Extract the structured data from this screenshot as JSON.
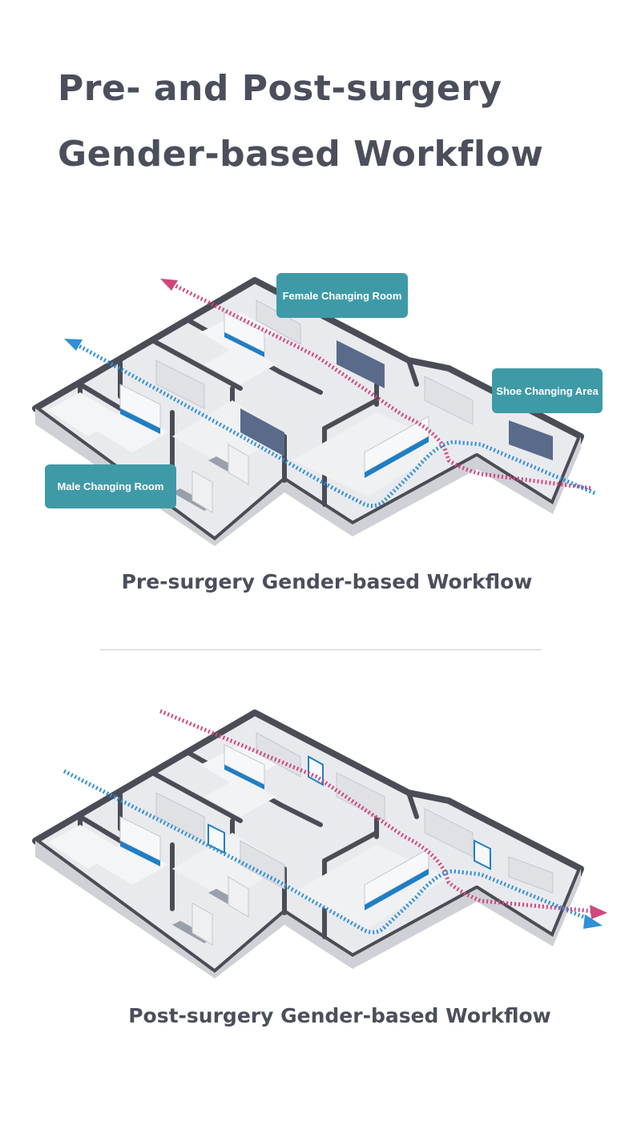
{
  "title": {
    "line1": "Pre- and Post-surgery",
    "line2": "Gender-based Workflow"
  },
  "colors": {
    "title_text": "#4b4f5c",
    "callout_bg": "#3f9aa7",
    "female_flow": "#d0467f",
    "male_flow": "#2f8fd8",
    "floor": "#e9eaed",
    "wall": "#cfd1d6",
    "wall_top": "#4a4d55",
    "cabinet_blue": "#1f7fc4"
  },
  "pre_surgery": {
    "caption": "Pre-surgery Gender-based Workflow",
    "labels": {
      "female_changing_room": "Female Changing Room",
      "shoe_changing_area": "Shoe Changing Area",
      "male_changing_room": "Male Changing Room"
    }
  },
  "post_surgery": {
    "caption": "Post-surgery Gender-based Workflow"
  },
  "icons": {
    "female_flow_arrow": "arrow-head",
    "male_flow_arrow": "arrow-head"
  }
}
